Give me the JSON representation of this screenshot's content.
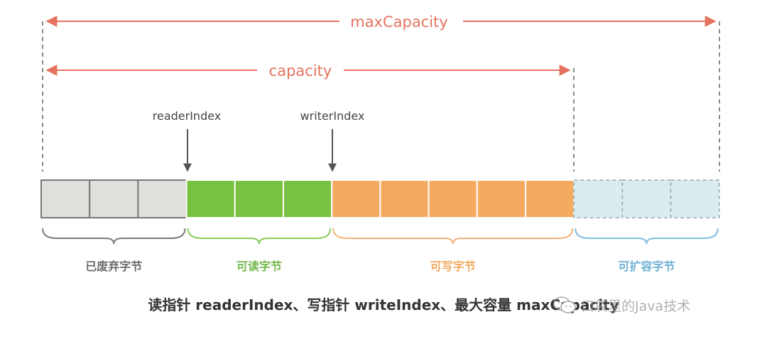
{
  "labels": {
    "max_capacity": "maxCapacity",
    "capacity": "capacity",
    "reader_index": "readerIndex",
    "writer_index": "writerIndex"
  },
  "segments": [
    {
      "label": "已废弃字节",
      "cells": 3,
      "fill": "#e1dfdb",
      "stroke": "#777777",
      "dashed": false,
      "label_color": "#6b6b6b",
      "brace_color": "#7a7a7a"
    },
    {
      "label": "可读字节",
      "cells": 3,
      "fill": "#79c143",
      "stroke": "#ffffff",
      "dashed": false,
      "label_color": "#72b84a",
      "brace_color": "#8cc95a"
    },
    {
      "label": "可写字节",
      "cells": 5,
      "fill": "#f4aa5f",
      "stroke": "#ffffff",
      "dashed": false,
      "label_color": "#f0a860",
      "brace_color": "#f2b47a"
    },
    {
      "label": "可扩容字节",
      "cells": 3,
      "fill": "#dcebf0",
      "stroke": "#8aa9b5",
      "dashed": true,
      "label_color": "#6eb0d3",
      "brace_color": "#7fbde0"
    }
  ],
  "caption": "读指针 readerIndex、写指针 writeIndex、最大容量 maxCapacity",
  "watermark": "口袋里的Java技术",
  "colors": {
    "dimension": "#e5725f",
    "guide": "#666666",
    "pointer": "#555555"
  }
}
